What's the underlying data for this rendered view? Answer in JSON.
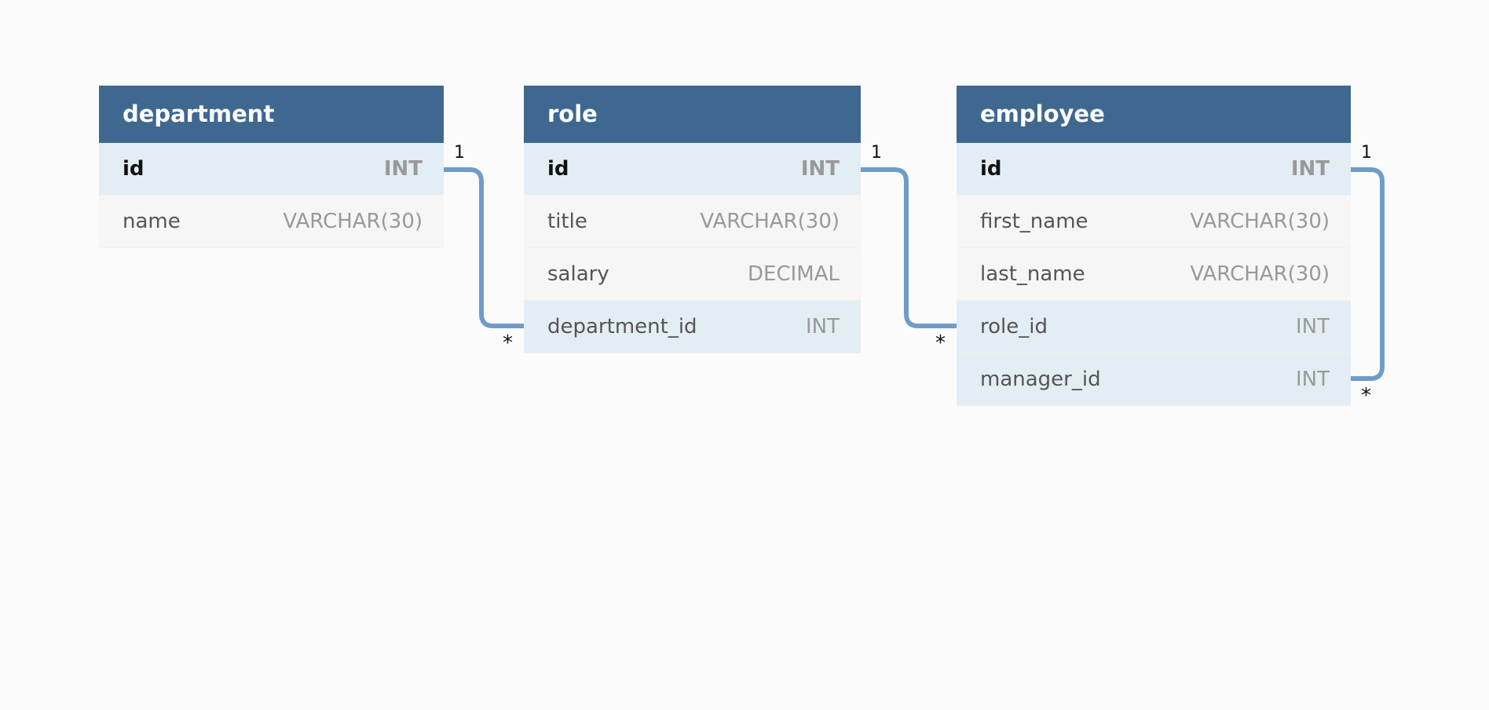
{
  "tables": [
    {
      "name": "department",
      "columns": [
        {
          "name": "id",
          "type": "INT"
        },
        {
          "name": "name",
          "type": "VARCHAR(30)"
        }
      ]
    },
    {
      "name": "role",
      "columns": [
        {
          "name": "id",
          "type": "INT"
        },
        {
          "name": "title",
          "type": "VARCHAR(30)"
        },
        {
          "name": "salary",
          "type": "DECIMAL"
        },
        {
          "name": "department_id",
          "type": "INT"
        }
      ]
    },
    {
      "name": "employee",
      "columns": [
        {
          "name": "id",
          "type": "INT"
        },
        {
          "name": "first_name",
          "type": "VARCHAR(30)"
        },
        {
          "name": "last_name",
          "type": "VARCHAR(30)"
        },
        {
          "name": "role_id",
          "type": "INT"
        },
        {
          "name": "manager_id",
          "type": "INT"
        }
      ]
    }
  ],
  "relationships": [
    {
      "from": "department.id",
      "to": "role.department_id",
      "one": "1",
      "many": "*"
    },
    {
      "from": "role.id",
      "to": "employee.role_id",
      "one": "1",
      "many": "*"
    },
    {
      "from": "employee.id",
      "to": "employee.manager_id",
      "one": "1",
      "many": "*"
    }
  ],
  "colors": {
    "header": "#3f6891",
    "key_row": "#e3edf4",
    "plain_row": "#f6f6f6",
    "link": "#6f9cc8",
    "background": "#fbfbfb"
  }
}
